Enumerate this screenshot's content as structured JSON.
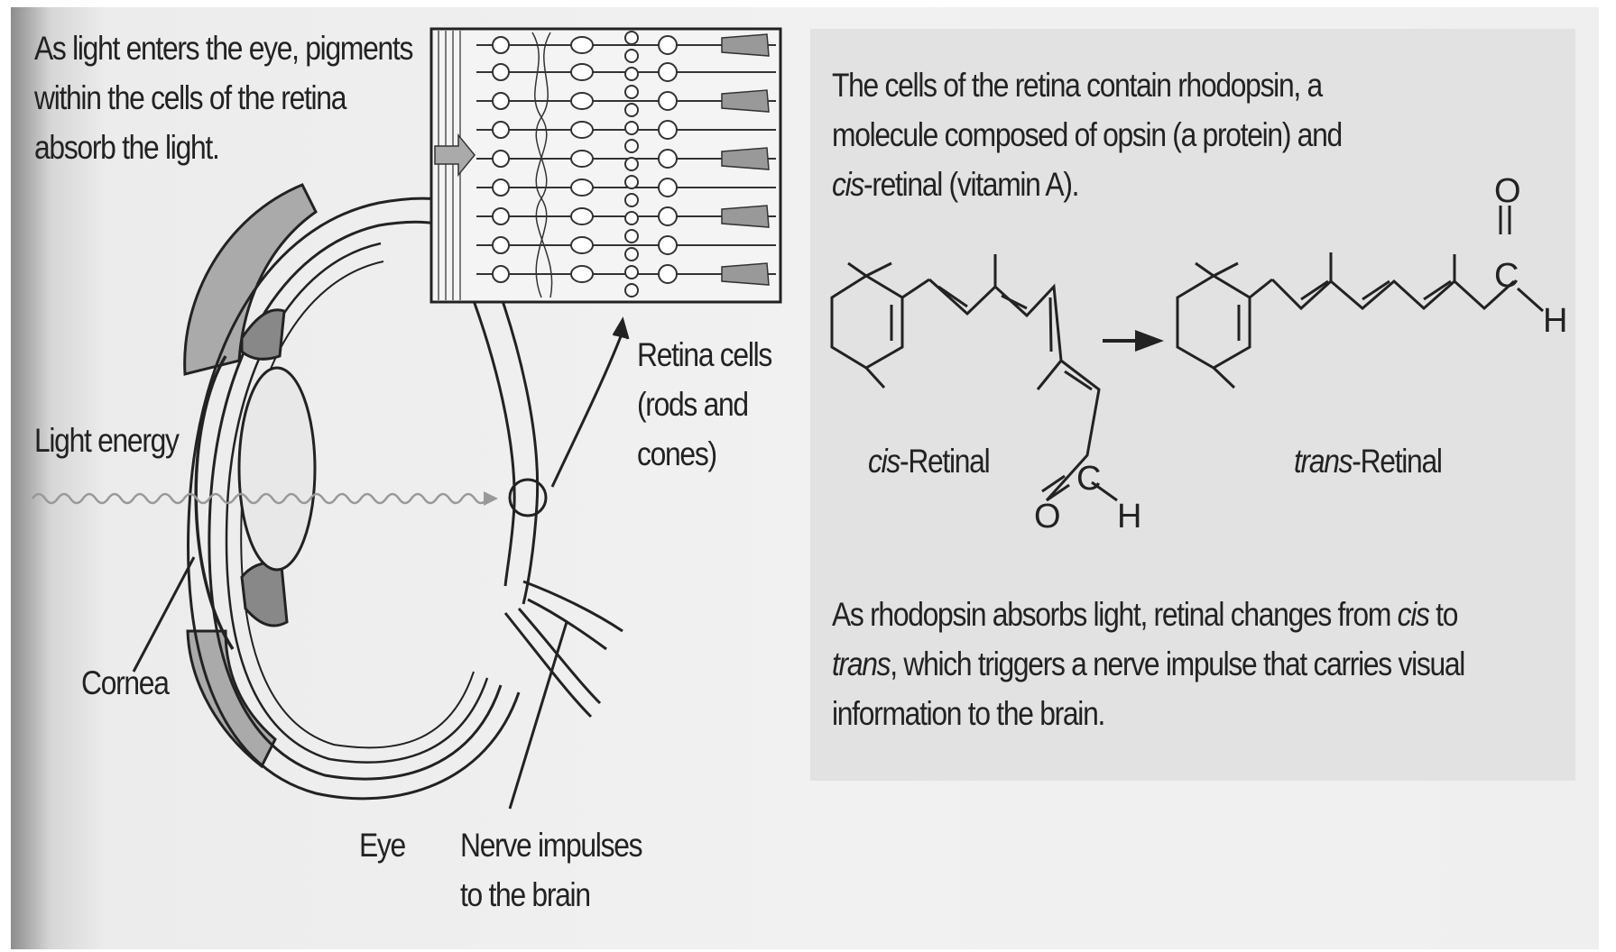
{
  "eye_panel": {
    "intro_line1": "As light enters the eye, pigments",
    "intro_line2": "within the cells of the retina",
    "intro_line3": "absorb the light.",
    "light_energy": "Light energy",
    "cornea": "Cornea",
    "eye": "Eye",
    "nerve_line1": "Nerve impulses",
    "nerve_line2": "to the brain",
    "retina_line1": "Retina cells",
    "retina_line2": "(rods and",
    "retina_line3": "cones)"
  },
  "chem_panel": {
    "desc_line1": "The cells of the retina contain rhodopsin, a",
    "desc_line2": "molecule composed of opsin (a protein) and",
    "desc_cis": "cis",
    "desc_line3_rest": "-retinal (vitamin A).",
    "cis_label_italic": "cis",
    "cis_label_rest": "-Retinal",
    "trans_label_italic": "trans",
    "trans_label_rest": "-Retinal",
    "atom_O": "O",
    "atom_C": "C",
    "atom_H": "H",
    "final_p1": "As rhodopsin absorbs light, retinal changes from ",
    "final_cis": "cis",
    "final_p2": " to",
    "final_trans": "trans",
    "final_p3": ", which triggers a nerve impulse that carries visual",
    "final_line3": "information to the brain."
  },
  "colors": {
    "paper": "#f1f1f1",
    "panel": "#e2e2e2",
    "ink": "#222222",
    "shade": "#9a9a9a"
  }
}
